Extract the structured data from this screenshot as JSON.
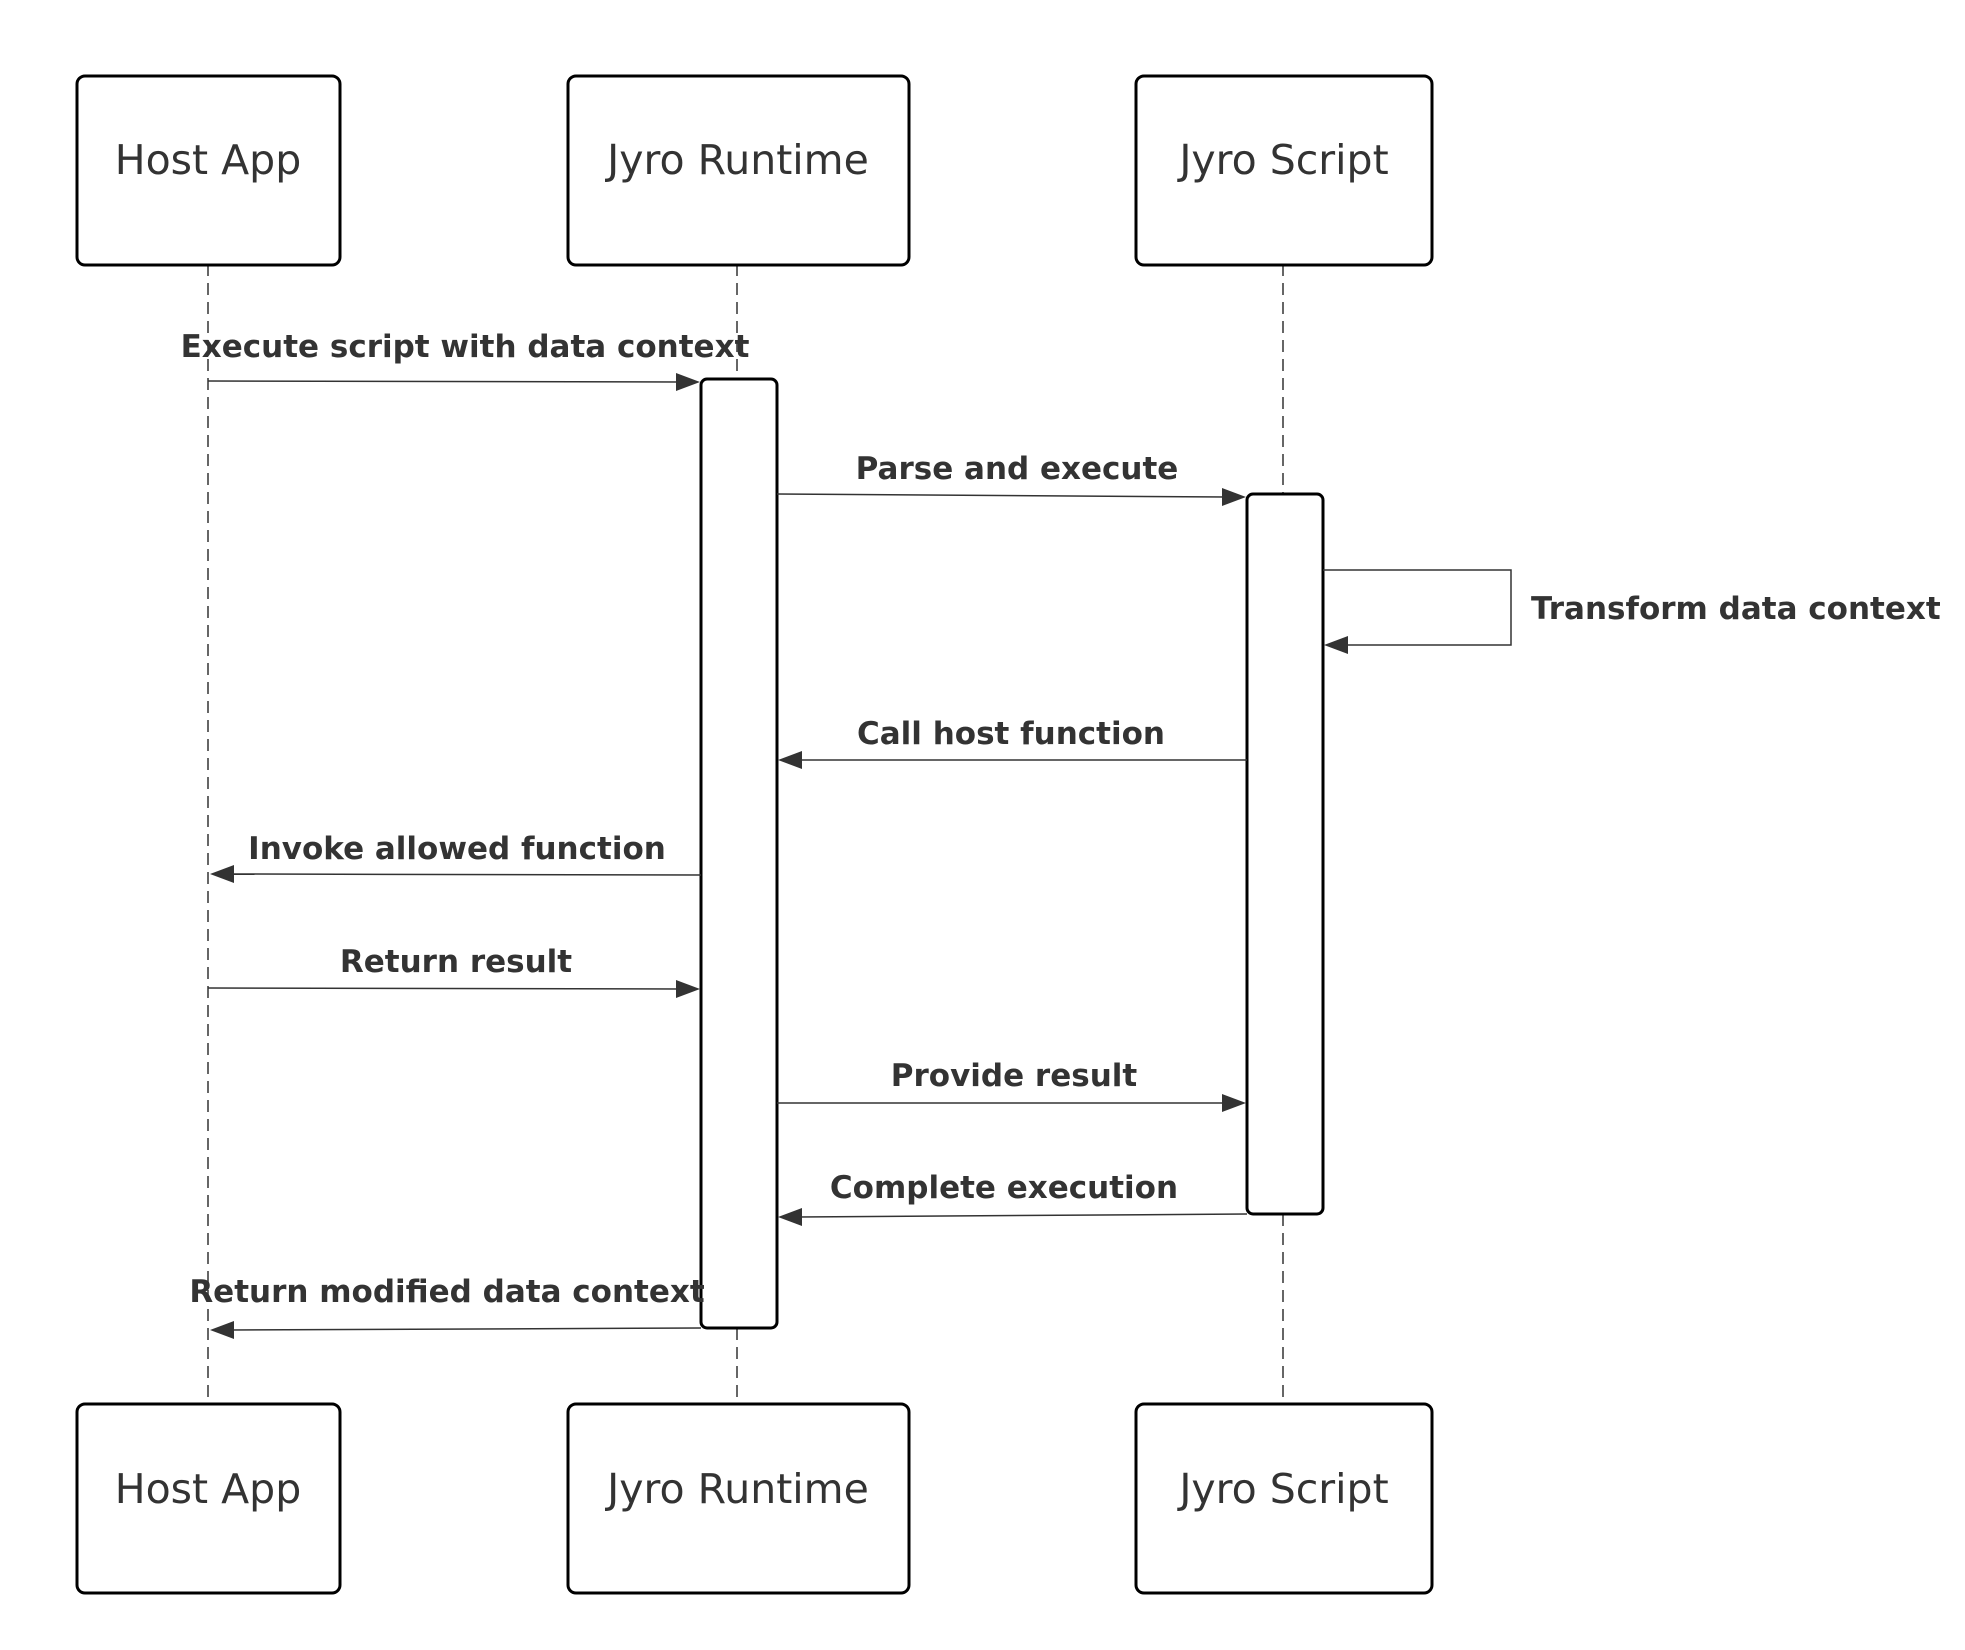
{
  "diagram": {
    "type": "sequence",
    "participants": [
      {
        "id": "host",
        "label": "Host App"
      },
      {
        "id": "runtime",
        "label": "Jyro Runtime"
      },
      {
        "id": "script",
        "label": "Jyro Script"
      }
    ],
    "messages": [
      {
        "from": "host",
        "to": "runtime",
        "label": "Execute script with data context"
      },
      {
        "from": "runtime",
        "to": "script",
        "label": "Parse and execute"
      },
      {
        "from": "script",
        "to": "script",
        "label": "Transform data context"
      },
      {
        "from": "script",
        "to": "runtime",
        "label": "Call host function"
      },
      {
        "from": "runtime",
        "to": "host",
        "label": "Invoke allowed function"
      },
      {
        "from": "host",
        "to": "runtime",
        "label": "Return result"
      },
      {
        "from": "runtime",
        "to": "script",
        "label": "Provide result"
      },
      {
        "from": "script",
        "to": "runtime",
        "label": "Complete execution"
      },
      {
        "from": "runtime",
        "to": "host",
        "label": "Return modified data context"
      }
    ]
  }
}
